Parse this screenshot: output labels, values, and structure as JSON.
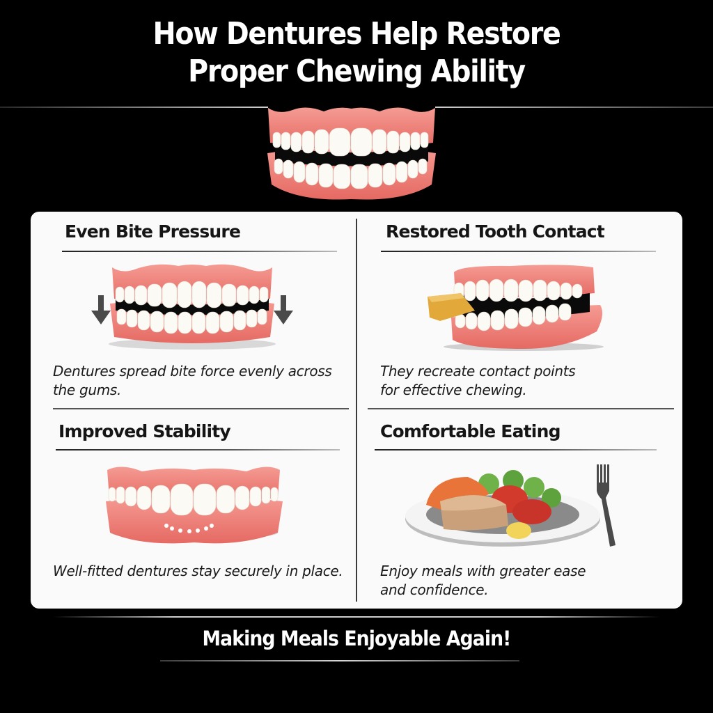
{
  "header": {
    "title_line1": "How Dentures Help Restore",
    "title_line2": "Proper Chewing Ability",
    "hero_image": "full-denture-set-icon"
  },
  "panels": [
    {
      "title": "Even Bite Pressure",
      "description_line1": "Dentures spread bite force evenly across",
      "description_line2": "the gums.",
      "image": "denture-with-down-arrows-icon"
    },
    {
      "title": "Restored Tooth Contact",
      "description_line1": "They recreate contact points",
      "description_line2": "for effective chewing.",
      "image": "denture-biting-food-icon"
    },
    {
      "title": "Improved Stability",
      "description_line1": "Well-fitted dentures stay securely in place.",
      "description_line2": "",
      "image": "upper-denture-secure-icon"
    },
    {
      "title": "Comfortable Eating",
      "description_line1": "Enjoy meals with greater ease",
      "description_line2": "and confidence.",
      "image": "plate-of-food-with-fork-icon"
    }
  ],
  "footer": {
    "tagline": "Making Meals Enjoyable Again!"
  },
  "colors": {
    "background": "#000000",
    "card": "#fafafa",
    "gum": "#e8736c",
    "gum_light": "#f39a92",
    "tooth": "#fbfaf5",
    "text_dark": "#151515",
    "arrow": "#4a4a4a"
  }
}
